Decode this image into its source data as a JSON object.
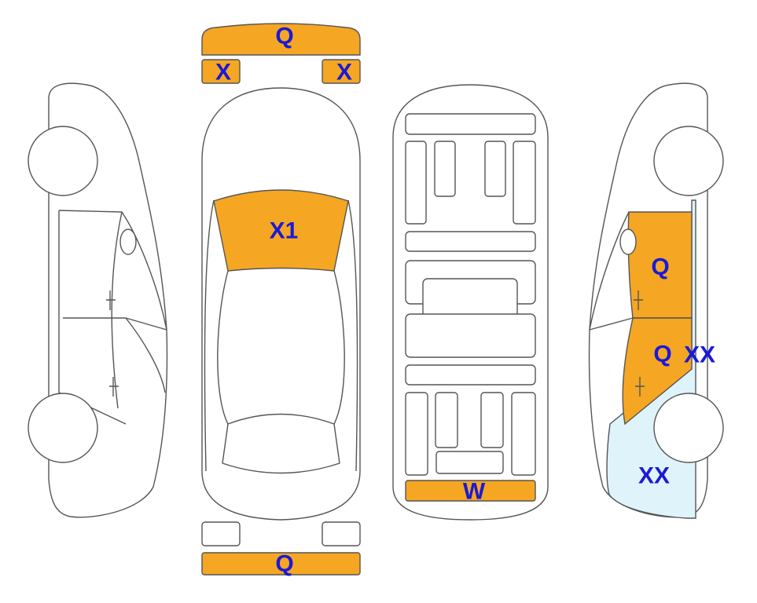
{
  "colors": {
    "damage_fill": "#f5a623",
    "light_fill": "#dff3fb",
    "label_text": "#1a1ad6",
    "outline": "#555555"
  },
  "labels": {
    "front_bumper": "Q",
    "left_headlight": "X",
    "right_headlight": "X",
    "hood": "X1",
    "rear_bumper": "Q",
    "underbody_rear": "W",
    "right_front_door": "Q",
    "right_rear_door": "Q",
    "right_rear_door_extra": "XX",
    "right_rear_quarter": "XX"
  }
}
